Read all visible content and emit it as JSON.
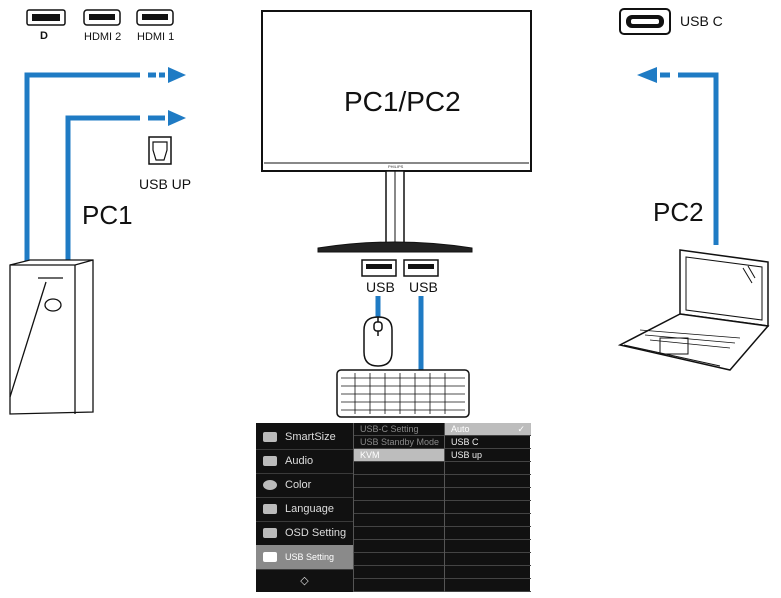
{
  "ports": {
    "dp_label": "D",
    "hdmi2_label": "HDMI 2",
    "hdmi1_label": "HDMI 1"
  },
  "usb_c": {
    "label": "USB C"
  },
  "usb_up": {
    "label": "USB UP"
  },
  "monitor": {
    "screen_text": "PC1/PC2",
    "brand": "PHILIPS"
  },
  "pc1": {
    "label": "PC1"
  },
  "pc2": {
    "label": "PC2"
  },
  "usb_ports": {
    "left": "USB",
    "right": "USB"
  },
  "colors": {
    "arrow": "#1f7bc4",
    "line": "#1a1a1a"
  },
  "osd": {
    "menu": [
      {
        "label": "SmartSize",
        "icon": "smartsize-icon"
      },
      {
        "label": "Audio",
        "icon": "speaker-icon"
      },
      {
        "label": "Color",
        "icon": "color-icon"
      },
      {
        "label": "Language",
        "icon": "language-icon"
      },
      {
        "label": "OSD Setting",
        "icon": "osd-setting-icon"
      },
      {
        "label": "USB Setting",
        "icon": "usb-icon"
      }
    ],
    "submenu": [
      "USB-C Setting",
      "USB Standby Mode",
      "KVM"
    ],
    "options": [
      "Auto",
      "USB C",
      "USB up"
    ],
    "selected_option_mark": "✓"
  }
}
